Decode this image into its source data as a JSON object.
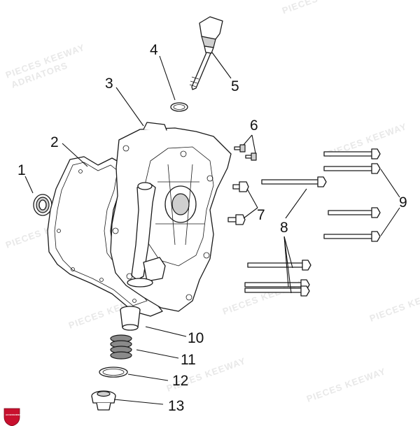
{
  "watermark": {
    "text": "PIECES KEEWAY",
    "subtext": "ADRIATORS"
  },
  "logo": {
    "brand_color": "#c8102e",
    "text": "ACCESSOIRES"
  },
  "callouts": [
    {
      "id": "1",
      "label": "1"
    },
    {
      "id": "2",
      "label": "2"
    },
    {
      "id": "3",
      "label": "3"
    },
    {
      "id": "4",
      "label": "4"
    },
    {
      "id": "5",
      "label": "5"
    },
    {
      "id": "6",
      "label": "6"
    },
    {
      "id": "7",
      "label": "7"
    },
    {
      "id": "8",
      "label": "8"
    },
    {
      "id": "9",
      "label": "9"
    },
    {
      "id": "10",
      "label": "10"
    },
    {
      "id": "11",
      "label": "11"
    },
    {
      "id": "12",
      "label": "12"
    },
    {
      "id": "13",
      "label": "13"
    }
  ]
}
